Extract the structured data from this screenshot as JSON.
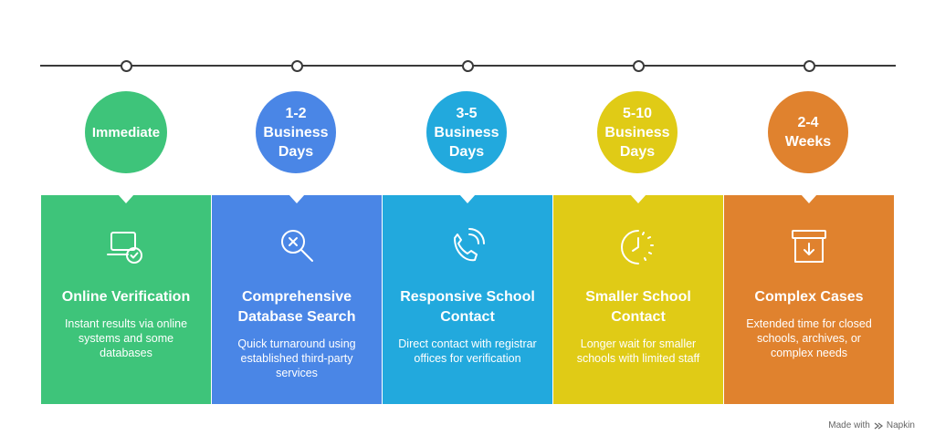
{
  "stages": [
    {
      "time": "Immediate",
      "title": "Online Verification",
      "description": "Instant results via online systems and some databases",
      "icon": "laptop-check-icon",
      "color": "#3ec47a"
    },
    {
      "time": "1-2 Business Days",
      "title": "Comprehensive Database Search",
      "description": "Quick turnaround using established third-party services",
      "icon": "search-x-icon",
      "color": "#4a86e6"
    },
    {
      "time": "3-5 Business Days",
      "title": "Responsive School Contact",
      "description": "Direct contact with registrar offices for verification",
      "icon": "phone-call-icon",
      "color": "#22a9dd"
    },
    {
      "time": "5-10 Business Days",
      "title": "Smaller School Contact",
      "description": "Longer wait for smaller schools with limited staff",
      "icon": "half-clock-icon",
      "color": "#e0cb16"
    },
    {
      "time": "2-4 Weeks",
      "title": "Complex Cases",
      "description": "Extended time for closed schools, archives, or complex needs",
      "icon": "archive-box-icon",
      "color": "#e0822e"
    }
  ],
  "watermark": {
    "prefix": "Made with",
    "brand": "Napkin"
  }
}
